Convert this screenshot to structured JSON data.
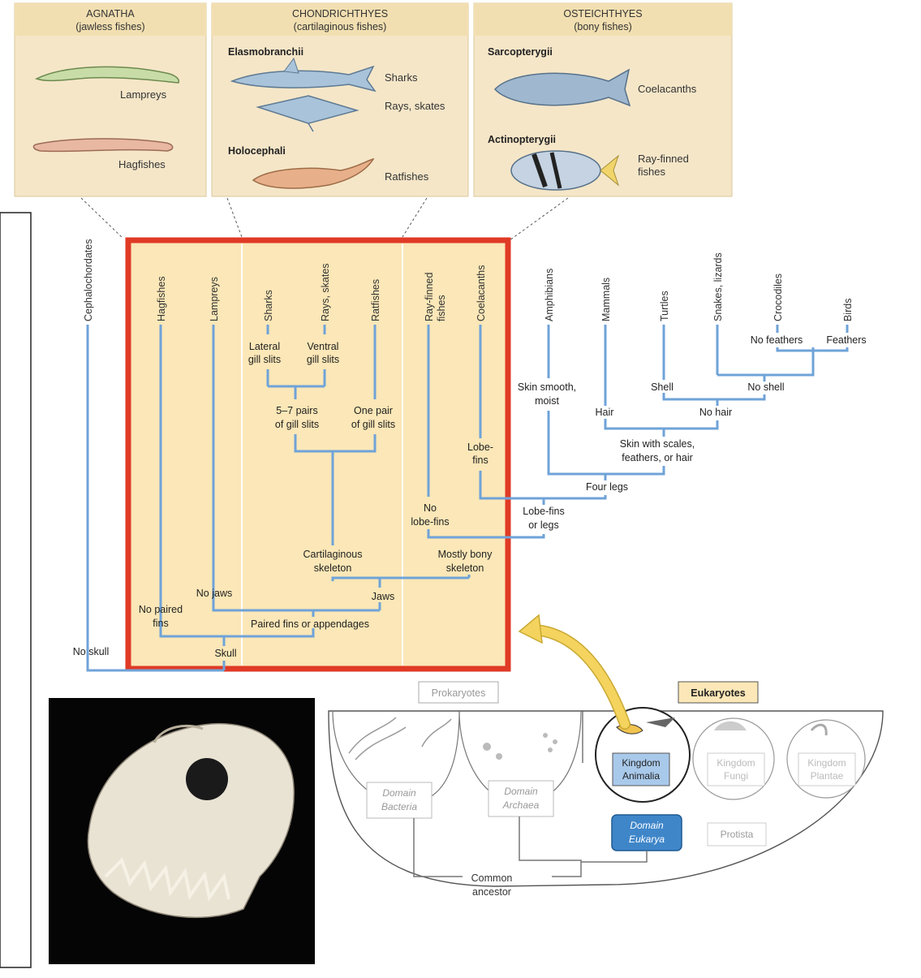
{
  "colors": {
    "panel_bg": "#f5e6c8",
    "header_bg": "#f2dfb1",
    "highlight_box_fill": "#fbe7b7",
    "highlight_box_border": "#e03a25",
    "branch_line": "#6fa3d8",
    "arrow": "#f4d35e",
    "domain_eukarya": "#3f86c9"
  },
  "groups": [
    {
      "title": "AGNATHA",
      "subtitle": "(jawless fishes)",
      "entries": [
        {
          "subgroup": "",
          "label": "Lampreys",
          "icon": "lamprey-illustration"
        },
        {
          "subgroup": "",
          "label": "Hagfishes",
          "icon": "hagfish-illustration"
        }
      ]
    },
    {
      "title": "CHONDRICHTHYES",
      "subtitle": "(cartilaginous fishes)",
      "entries": [
        {
          "subgroup": "Elasmobranchii",
          "label": "Sharks",
          "icon": "shark-illustration"
        },
        {
          "subgroup": "",
          "label": "Rays, skates",
          "icon": "ray-illustration"
        },
        {
          "subgroup": "Holocephali",
          "label": "Ratfishes",
          "icon": "ratfish-illustration"
        }
      ]
    },
    {
      "title": "OSTEICHTHYES",
      "subtitle": "(bony fishes)",
      "entries": [
        {
          "subgroup": "Sarcopterygii",
          "label": "Coelacanths",
          "icon": "coelacanth-illustration"
        },
        {
          "subgroup": "Actinopterygii",
          "label": "Ray-finned fishes",
          "icon": "ray-finned-fish-illustration"
        }
      ]
    }
  ],
  "cladogram": {
    "taxa": [
      "Cephalochordates",
      "Hagfishes",
      "Lampreys",
      "Sharks",
      "Rays, skates",
      "Ratfishes",
      "Ray-finned fishes",
      "Coelacanths",
      "Amphibians",
      "Mammals",
      "Turtles",
      "Snakes, lizards",
      "Crocodiles",
      "Birds"
    ],
    "traits": {
      "lateral_gill_slits": "Lateral gill slits",
      "ventral_gill_slits": "Ventral gill slits",
      "five_seven_pairs": "5–7 pairs of gill slits",
      "one_pair": "One pair of gill slits",
      "cartilaginous": "Cartilaginous skeleton",
      "mostly_bony": "Mostly bony skeleton",
      "no_lobe_fins": "No lobe-fins",
      "lobe_fins": "Lobe-fins",
      "lobe_fins_or_legs": "Lobe-fins or legs",
      "four_legs": "Four legs",
      "skin_smooth": "Skin smooth, moist",
      "skin_scales": "Skin with scales, feathers, or hair",
      "hair": "Hair",
      "no_hair": "No hair",
      "shell": "Shell",
      "no_shell": "No shell",
      "no_feathers": "No feathers",
      "feathers": "Feathers",
      "jaws": "Jaws",
      "no_jaws": "No jaws",
      "no_paired_fins": "No paired fins",
      "paired_fins": "Paired fins or appendages",
      "skull": "Skull",
      "no_skull": "No skull"
    }
  },
  "photo": {
    "subject": "fish-skull-photo"
  },
  "tree_of_life": {
    "prokaryotes": "Prokaryotes",
    "eukaryotes": "Eukaryotes",
    "bacteria": "Domain Bacteria",
    "archaea": "Domain Archaea",
    "eukarya": "Domain Eukarya",
    "animalia": "Kingdom Animalia",
    "fungi": "Kingdom Fungi",
    "plantae": "Kingdom Plantae",
    "protista": "Protista",
    "ancestor": "Common ancestor"
  }
}
